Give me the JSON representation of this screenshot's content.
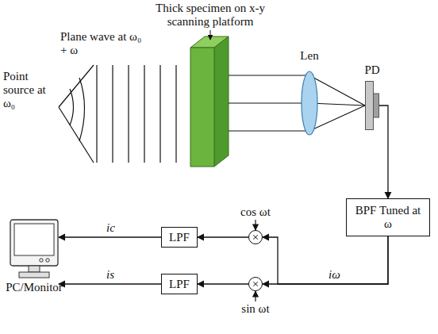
{
  "diagram": {
    "nodes": [
      {
        "text": [
          "PD"
        ]
      },
      {
        "text": [
          "BPF Tuned at ω"
        ]
      },
      {
        "text": [
          "×"
        ]
      },
      {
        "text": [
          "×"
        ]
      },
      {
        "text": [
          "LPF"
        ]
      },
      {
        "text": [
          "LPF"
        ]
      },
      {
        "text": [
          "PC/Monitor"
        ]
      }
    ],
    "edges": [
      {
        "from": 0,
        "to": 1,
        "arrow": "to"
      },
      {
        "from": 1,
        "to": 2,
        "arrow": "to"
      },
      {
        "from": 1,
        "to": 3,
        "label": "iω",
        "arrow": "to"
      },
      {
        "from": 2,
        "to": 4,
        "arrow": "to"
      },
      {
        "from": 3,
        "to": 5,
        "arrow": "to"
      },
      {
        "from": 4,
        "to": 6,
        "label": "ic",
        "arrow": "to"
      },
      {
        "from": 5,
        "to": 6,
        "label": "is",
        "arrow": "to"
      }
    ],
    "labels": [
      "Thick specimen on x-y scanning platform",
      "Plane wave at ω₀ + ω",
      "Point source at ω₀",
      "Len",
      "cos ωt",
      "sin ωt"
    ]
  }
}
